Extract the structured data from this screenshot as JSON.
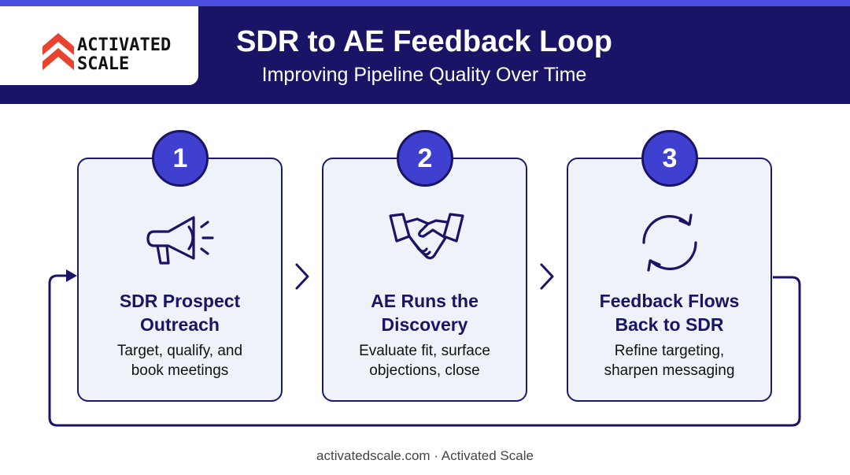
{
  "brand": {
    "logo_line1": "ACTIVATED",
    "logo_line2": "SCALE"
  },
  "header": {
    "title": "SDR to AE Feedback Loop",
    "subtitle": "Improving Pipeline Quality Over Time"
  },
  "steps": [
    {
      "number": "1",
      "icon": "megaphone-icon",
      "title_line1": "SDR Prospect",
      "title_line2": "Outreach",
      "desc_line1": "Target, qualify, and",
      "desc_line2": "book meetings"
    },
    {
      "number": "2",
      "icon": "handshake-icon",
      "title_line1": "AE Runs the",
      "title_line2": "Discovery",
      "desc_line1": "Evaluate fit, surface",
      "desc_line2": "objections, close"
    },
    {
      "number": "3",
      "icon": "refresh-cycle-icon",
      "title_line1": "Feedback Flows",
      "title_line2": "Back to SDR",
      "desc_line1": "Refine targeting,",
      "desc_line2": "sharpen messaging"
    }
  ],
  "footer": {
    "text": "activatedscale.com · Activated Scale"
  },
  "colors": {
    "header_bg": "#191466",
    "accent": "#3f40cf",
    "card_bg": "#eef3fa",
    "logo_red": "#e8432f"
  }
}
